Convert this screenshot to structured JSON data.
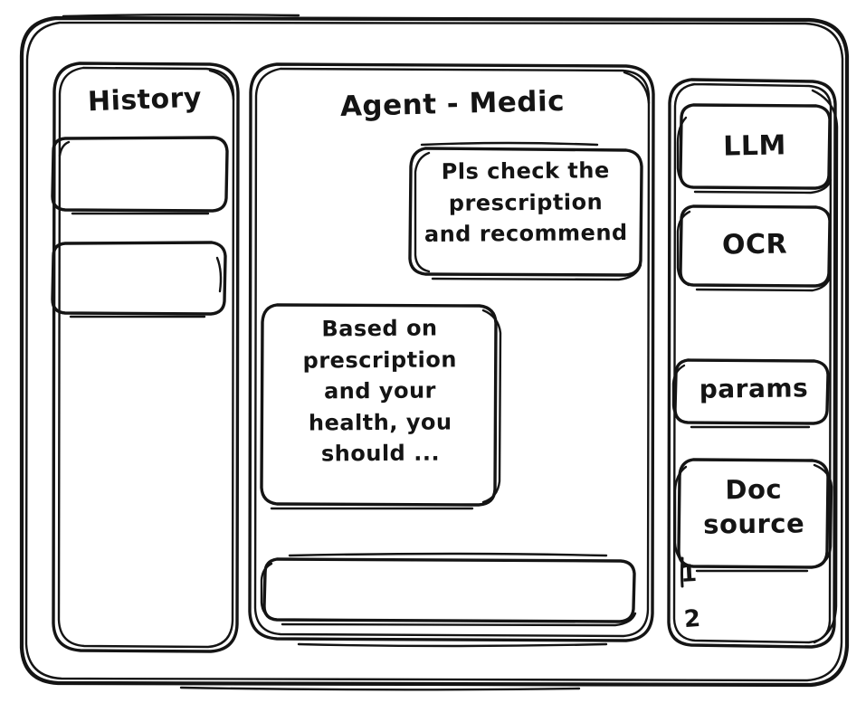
{
  "window": {
    "name": "wireframe-window",
    "stroke_color": "#141414",
    "background_color": "#ffffff"
  },
  "history_panel": {
    "title": "History",
    "items": [
      {
        "label": "",
        "name": "history-item-1"
      },
      {
        "label": "",
        "name": "history-item-2"
      }
    ]
  },
  "agent_panel": {
    "title": "Agent - Medic",
    "messages": [
      {
        "role": "user",
        "text": "Pls check the\nprescription\nand recommend"
      },
      {
        "role": "assistant",
        "text": "Based on\nprescription\nand your\nhealth, you\nshould ..."
      }
    ],
    "composer": {
      "value": "",
      "placeholder": ""
    }
  },
  "tools_panel": {
    "buttons": [
      {
        "label": "LLM",
        "name": "tool-button-llm"
      },
      {
        "label": "OCR",
        "name": "tool-button-ocr"
      }
    ],
    "params_label": "params",
    "doc_source": {
      "label": "Doc\nsource",
      "items": [
        "1",
        "2"
      ]
    }
  }
}
